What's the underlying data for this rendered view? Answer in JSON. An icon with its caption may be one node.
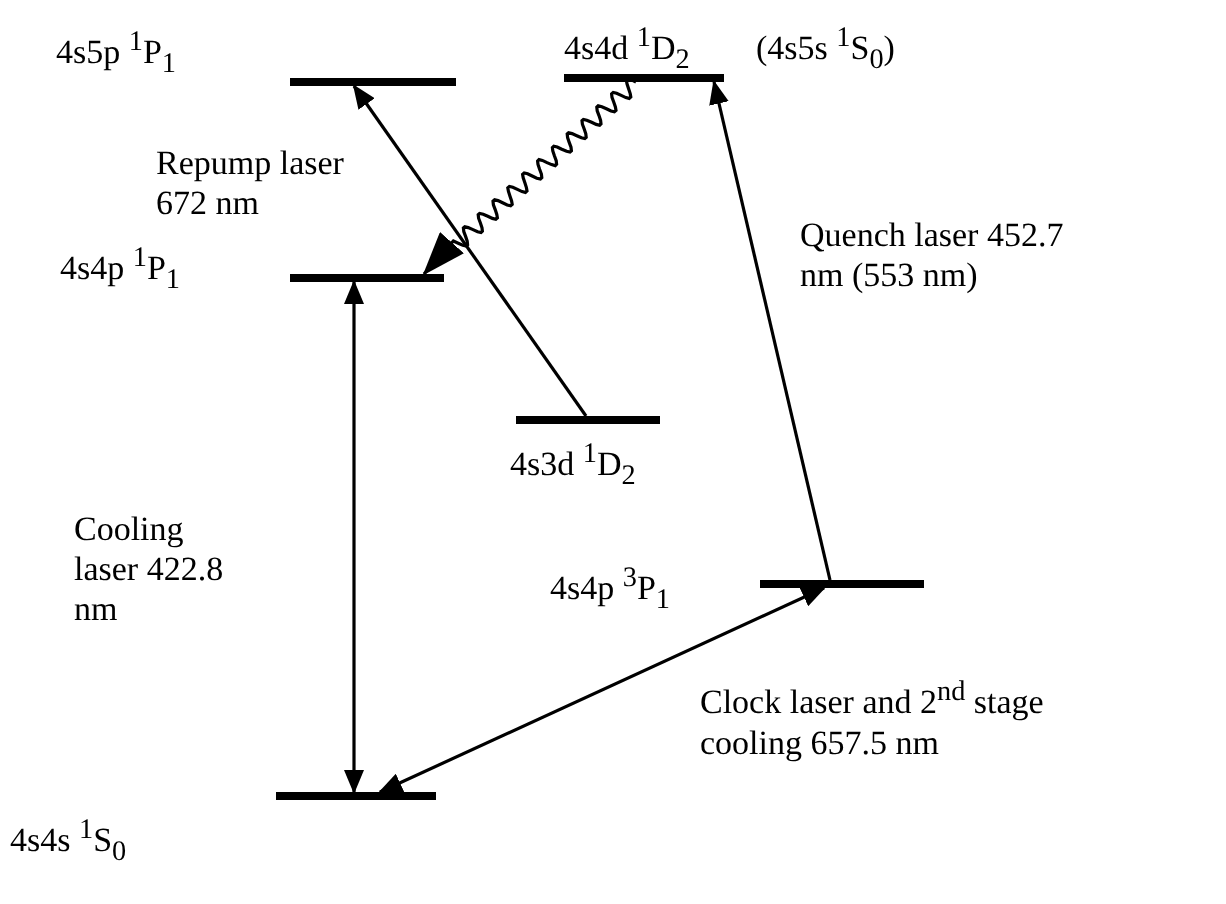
{
  "diagram": {
    "nodes": [
      {
        "text": [
          "4s5p $^{1}$P$_{1}$"
        ]
      },
      {
        "text": [
          "4s4d $^{1}$D$_{2}$"
        ],
        "beside": [
          "(4s5s $^{1}$S$_{0}$)"
        ]
      },
      {
        "text": [
          "4s4p $^{1}$P$_{1}$"
        ]
      },
      {
        "text": [
          "4s3d $^{1}$D$_{2}$"
        ]
      },
      {
        "text": [
          "4s4p $^{3}$P$_{1}$"
        ]
      },
      {
        "text": [
          "4s4s $^{1}$S$_{0}$"
        ]
      }
    ],
    "edges": [
      {
        "from": 3,
        "to": 0,
        "arrow": "to",
        "label": "Repump laser 672 nm"
      },
      {
        "from": 1,
        "to": 2,
        "arrow": "to"
      },
      {
        "from": 5,
        "to": 2,
        "arrow": "both",
        "label": "Cooling laser 422.8 nm"
      },
      {
        "from": 5,
        "to": 4,
        "arrow": "both",
        "label": "Clock laser and 2$^{nd}$ stage cooling 657.5 nm"
      },
      {
        "from": 4,
        "to": 1,
        "arrow": "to",
        "label": "Quench laser 452.7 nm (553 nm)"
      }
    ]
  }
}
